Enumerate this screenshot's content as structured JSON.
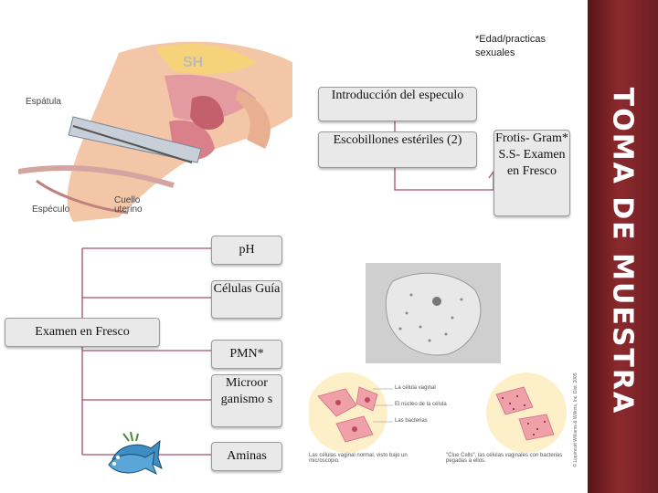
{
  "title": "TOMA DE MUESTRA",
  "note": "*Edad/practicas sexuales",
  "boxes": {
    "intro": "Introducción del especulo",
    "escobillones": "Escobillones estériles (2)",
    "frotis": "Frotis- Gram* S.S- Examen en Fresco",
    "ph": "pH",
    "celulas_guia": "Células Guía",
    "examen_fresco": "Examen en Fresco",
    "pmn": "PMN*",
    "microorganismos": "Microor ganismo s",
    "aminas": "Aminas"
  },
  "anatomy_labels": {
    "espatula": "Espátula",
    "cuello": "Cuello uterino",
    "especulo": "Espéculo",
    "sh_mark": "SH"
  },
  "cell_figure": {
    "label_cell": "La célula vaginal",
    "label_nucleus": "El núcleo de la célula",
    "label_bacteria": "Las bacterias",
    "caption_left": "Las células vaginal normal, visto bajo un microscopio.",
    "caption_right": "\"Clue Cells\", las células vaginales con bacterias pegadas a ellos.",
    "copyright": "© Lippincott Williams & Wilkins, Inc. Dist. 2005"
  },
  "colors": {
    "ribbon": "#7a2226",
    "box_fill": "#e9e9e9",
    "connector": "#a0506a",
    "cell_pink": "#f0a0a8",
    "cell_bg": "#fdf0c8"
  }
}
